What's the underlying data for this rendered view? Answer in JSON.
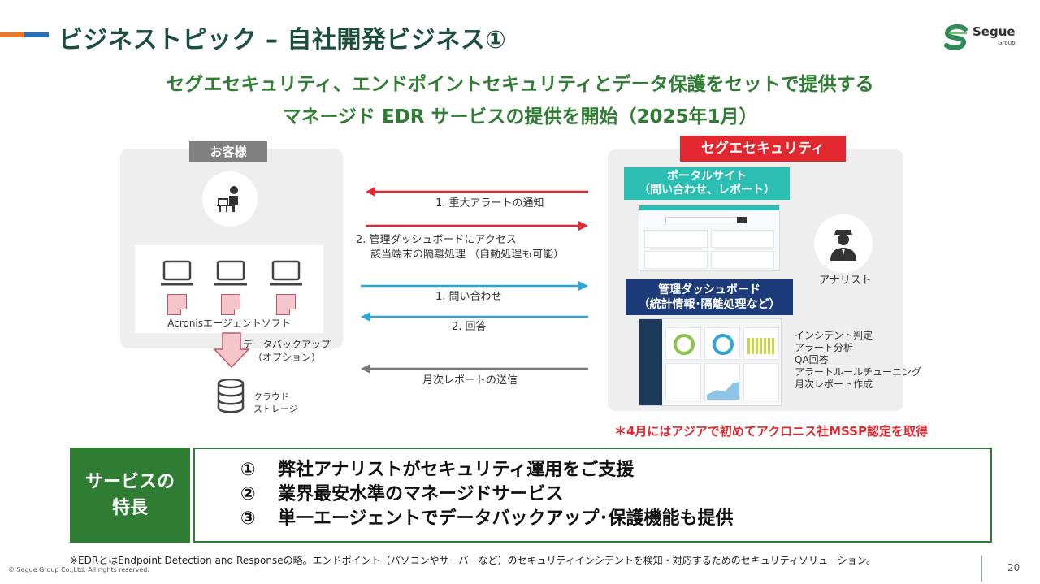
{
  "header": {
    "title": "ビジネストピック – 自社開発ビジネス①",
    "logo_text": "Segue",
    "logo_sub": "Group"
  },
  "subtitle": {
    "line1": "セグエセキュリティ、エンドポイントセキュリティとデータ保護をセットで提供する",
    "line2": "マネージド EDR サービスの提供を開始（2025年1月）"
  },
  "client": {
    "label": "お客様",
    "agent_label": "Acronisエージェントソフト",
    "backup_label": "データバックアップ\n（オプション）",
    "backup_line1": "データバックアップ",
    "backup_line2": "（オプション）",
    "storage_line1": "クラウド",
    "storage_line2": "ストレージ"
  },
  "flows": {
    "f1": "1. 重大アラートの通知",
    "f2_line1": "2. 管理ダッシュボードにアクセス",
    "f2_line2": "該当端末の隔離処理 （自動処理も可能）",
    "f3": "1. 問い合わせ",
    "f4": "2. 回答",
    "f5": "月次レポートの送信"
  },
  "segue": {
    "label": "セグエセキュリティ",
    "portal_line1": "ポータルサイト",
    "portal_line2": "（問い合わせ、レポート）",
    "dash_line1": "管理ダッシュボード",
    "dash_line2": "（統計情報･隔離処理など）",
    "analyst": "アナリスト",
    "tasks": [
      "インシデント判定",
      "アラート分析",
      "QA回答",
      "アラートルールチューニング",
      "月次レポート作成"
    ]
  },
  "note": "＊4月にはアジアで初めてアクロニス社MSSP認定を取得",
  "features": {
    "head_line1": "サービスの",
    "head_line2": "特長",
    "items": [
      {
        "num": "①",
        "text": "弊社アナリストがセキュリティ運用をご支援"
      },
      {
        "num": "②",
        "text": "業界最安水準のマネージドサービス"
      },
      {
        "num": "③",
        "text": "単一エージェントでデータバックアップ･保護機能も提供"
      }
    ]
  },
  "footer": {
    "footnote": "※EDRとはEndpoint Detection and Responseの略。エンドポイント（パソコンやサーバーなど）のセキュリティインシデントを検知・対応するためのセキュリティソリューション。",
    "copyright": "© Segue Group Co.,Ltd. All rights reserved.",
    "page": "20"
  },
  "colors": {
    "green": "#2e7d32",
    "red": "#e0282e",
    "blue": "#2aa6d8",
    "navy": "#1d3a7a",
    "teal": "#2bbfb3",
    "gray": "#808080"
  }
}
